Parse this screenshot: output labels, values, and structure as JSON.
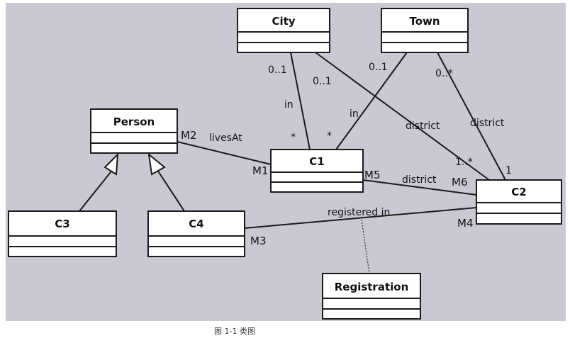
{
  "classes": {
    "city": "City",
    "town": "Town",
    "person": "Person",
    "c1": "C1",
    "c2": "C2",
    "c3": "C3",
    "c4": "C4",
    "registration": "Registration"
  },
  "associations": {
    "city_c1": {
      "mult_city": "0..1",
      "label": "in",
      "mult_c1": "*"
    },
    "town_c1": {
      "mult_town": "0..1",
      "label": "in",
      "mult_c1": "*"
    },
    "city_c2": {
      "mult_city": "0..1",
      "label": "district",
      "mult_c2": "1..*"
    },
    "town_c2": {
      "mult_town": "0..*",
      "label": "district",
      "mult_c2": "1"
    },
    "person_c1": {
      "label": "livesAt",
      "role_person": "M2",
      "role_c1": "M1"
    },
    "c1_c2": {
      "label": "district",
      "role_c1": "M5",
      "role_c2": "M6"
    },
    "c4_c2": {
      "label": "registered in",
      "role_c4": "M3",
      "role_c2": "M4"
    }
  },
  "caption": "图 1-1 类图",
  "colors": {
    "diagram_bg": "#c9c9d3",
    "box_fill": "#ffffff",
    "line": "#1a1a1a"
  }
}
